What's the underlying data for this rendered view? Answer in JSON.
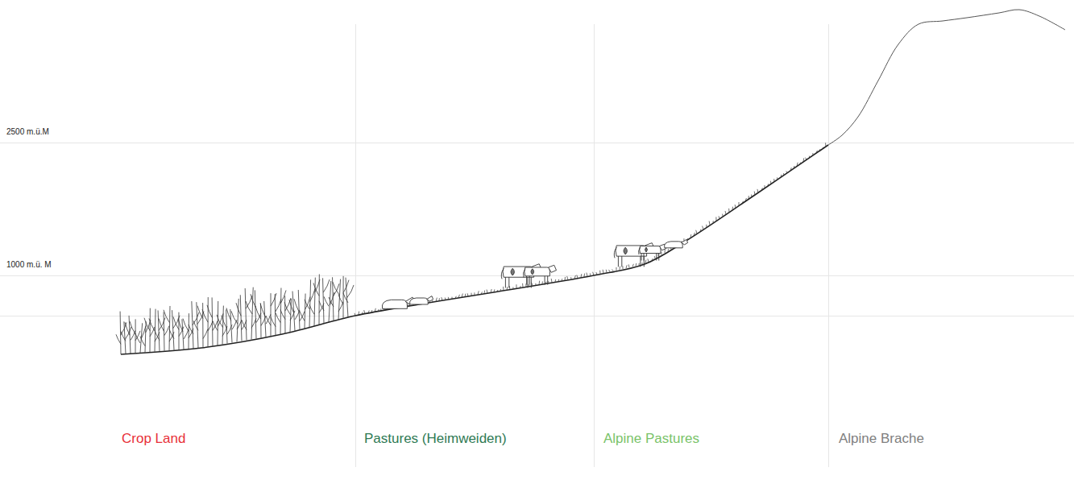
{
  "diagram": {
    "labels": [
      "2500 m.ü.M",
      "1000 m.ü. M",
      "Crop Land",
      "Pastures (Heimweiden)",
      "Alpine Pastures",
      "Alpine Brache"
    ]
  }
}
